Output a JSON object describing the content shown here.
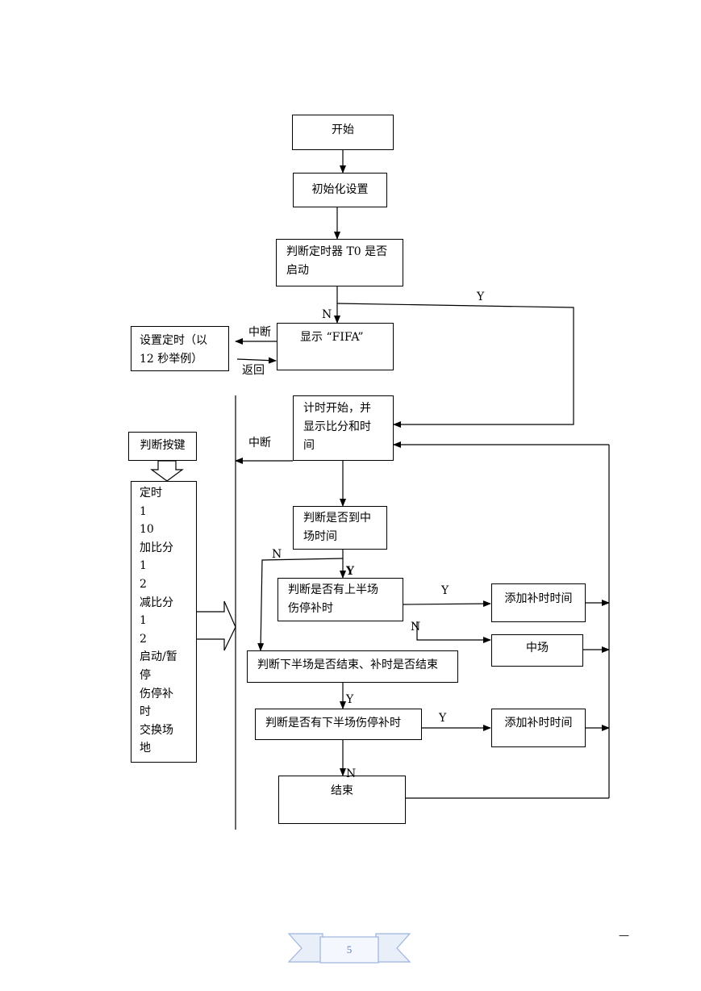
{
  "flowchart": {
    "start": "开始",
    "init": "初始化设置",
    "check_timer": [
      "判断定时器 T0 是否",
      "启动"
    ],
    "display_fifa": "显示 “FIFA”",
    "set_timer": [
      "设置定时（以",
      "12 秒举例）"
    ],
    "interrupt_1": "中断",
    "return": "返回",
    "timing_start": [
      " 计时开始，并",
      "显示比分和时",
      "间"
    ],
    "interrupt_2": "中断",
    "check_key": "判断按键",
    "key_list": [
      "定时",
      "1",
      "10",
      "加比分",
      "1",
      "2",
      "减比分",
      "1",
      "2",
      "启动/暂",
      "停",
      "伤停补",
      "时",
      "交换场",
      "地"
    ],
    "check_halftime": [
      "判断是否到中",
      "场时间"
    ],
    "check_first_injury": [
      "判断是否有上半场",
      "伤停补时"
    ],
    "add_injury_1": "添加补时时间",
    "halftime": "中场",
    "check_second_end": "判断下半场是否结束、补时是否结束",
    "check_second_injury": "判断是否有下半场伤停补时",
    "add_injury_2": "添加补时时间",
    "end": "结束",
    "labels": {
      "y_timer": "Y",
      "n_timer": "N",
      "n_halftime": "N",
      "y_halftime": "Y",
      "y_first_injury": "Y",
      "n_first_injury": "N",
      "y_second_end": "Y",
      "y_second_injury": "Y",
      "n_second_injury": "N"
    }
  },
  "footer": {
    "page_number": "5",
    "corner_mark": "—"
  }
}
